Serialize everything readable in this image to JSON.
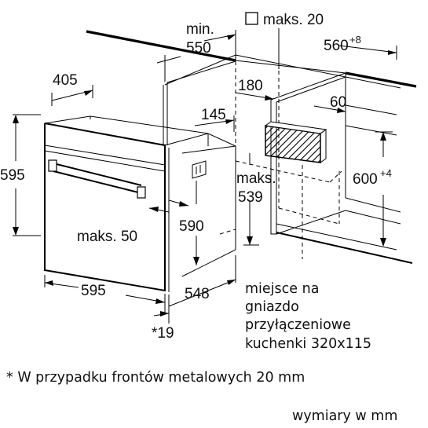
{
  "diagram": {
    "dims": {
      "min_label": "min.",
      "min_value": "550",
      "maks20": "maks. 20",
      "width560": "560",
      "width560_sup": "+8",
      "depth405": "405",
      "d180": "180",
      "d60": "60",
      "d145": "145",
      "h595": "595",
      "h600": "600",
      "h600_sup": "+4",
      "maks_label": "maks.",
      "d539": "539",
      "h590": "590",
      "maks50": "maks. 50",
      "w595": "595",
      "d548": "548",
      "star19": "*19"
    },
    "note_lines": [
      "miejsce na",
      "gniazdo",
      "przyłączeniowe",
      "kuchenki 320x115"
    ],
    "footnote": "* W przypadku frontów metalowych 20 mm",
    "units_caption": "wymiary w mm"
  }
}
